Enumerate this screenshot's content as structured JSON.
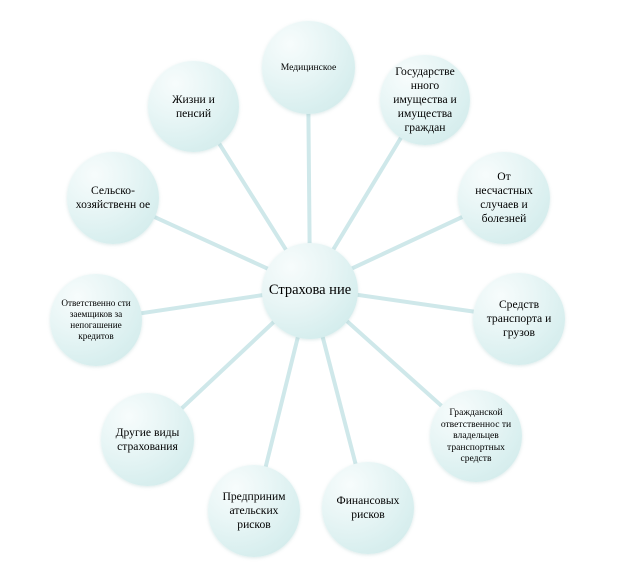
{
  "diagram": {
    "center": "Страхова ние",
    "colors": {
      "node_fill": "#dcefef",
      "connector": "#cfe8ea"
    },
    "nodes": {
      "medical": "Медицинское",
      "property": "Государстве нного имущества и имущества граждан",
      "accidents": "От несчастных случаев и болезней",
      "transport": "Средств транспорта и грузов",
      "civil_liability": "Гражданской ответственнос ти владельцев транспортных средств",
      "financial": "Финансовых рисков",
      "business": "Предприним ательских рисков",
      "other": "Другие виды страхования",
      "borrowers": "Ответственно сти заемщиков за непогашение кредитов",
      "agricultural": "Сельско-хозяйственн ое",
      "life": "Жизни и пенсий"
    }
  }
}
